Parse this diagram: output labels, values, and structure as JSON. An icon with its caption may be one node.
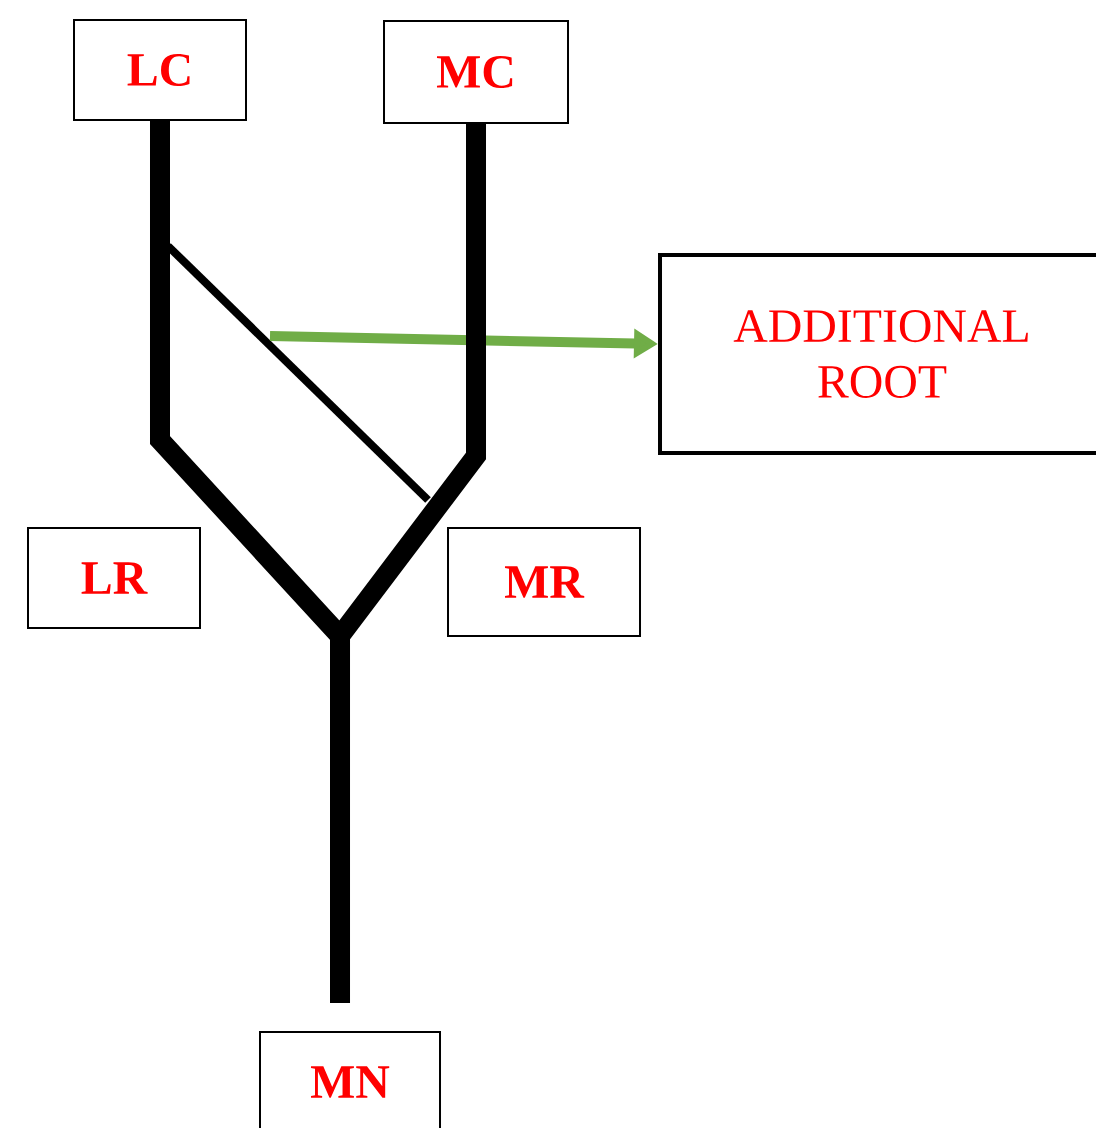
{
  "diagram": {
    "nodes": [
      {
        "text": [
          "LC"
        ]
      },
      {
        "text": [
          "MC"
        ]
      },
      {
        "text": [
          "ADDITIONAL ROOT"
        ]
      },
      {
        "text": [
          "LR"
        ]
      },
      {
        "text": [
          "MR"
        ]
      },
      {
        "text": [
          "MN"
        ]
      }
    ],
    "edges": [
      {
        "from": null,
        "to": 2,
        "arrow": "to",
        "color": "#70ad47"
      },
      {
        "from": 0,
        "to": 5,
        "arrow": "none"
      },
      {
        "from": 1,
        "to": 5,
        "arrow": "none"
      }
    ]
  }
}
